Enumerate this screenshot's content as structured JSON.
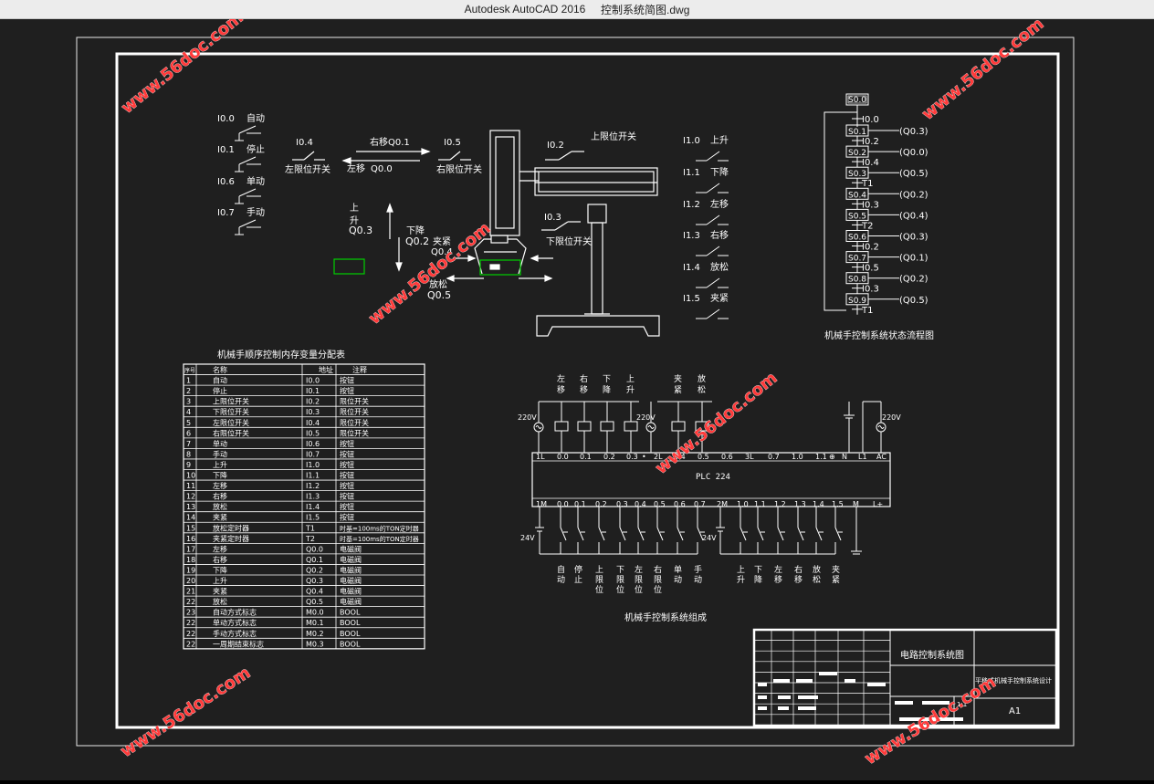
{
  "window": {
    "app_title": "Autodesk AutoCAD 2016",
    "file_name": "控制系统简图.dwg"
  },
  "watermark": "www.56doc.com",
  "inputs_left": [
    {
      "addr": "I0.0",
      "label": "自动"
    },
    {
      "addr": "I0.1",
      "label": "停止"
    },
    {
      "addr": "I0.6",
      "label": "单动"
    },
    {
      "addr": "I0.7",
      "label": "手动"
    }
  ],
  "inputs_right": [
    {
      "addr": "I1.0",
      "label": "上升"
    },
    {
      "addr": "I1.1",
      "label": "下降"
    },
    {
      "addr": "I1.2",
      "label": "左移"
    },
    {
      "addr": "I1.3",
      "label": "右移"
    },
    {
      "addr": "I1.4",
      "label": "放松"
    },
    {
      "addr": "I1.5",
      "label": "夹紧"
    }
  ],
  "mechanism": {
    "i04": "I0.4",
    "left_limit": "左限位开关",
    "move_right": "右移Q0.1",
    "move_left": "左移",
    "q00": "Q0.0",
    "i05": "I0.5",
    "right_limit": "右限位开关",
    "i02": "I0.2",
    "upper_limit": "上限位开关",
    "i03": "I0.3",
    "lower_limit": "下限位开关",
    "up_1": "上",
    "up_2": "升",
    "q03": "Q0.3",
    "down": "下降",
    "q02": "Q0.2",
    "clamp": "夹紧",
    "q04": "Q0.4",
    "release": "放松",
    "q05": "Q0.5"
  },
  "flow": {
    "caption": "机械手控制系统状态流程图",
    "initial": "S0.0",
    "first_transition": "I0.0",
    "steps": [
      {
        "state": "S0.1",
        "output": "Q0.3",
        "transition": "I0.2"
      },
      {
        "state": "S0.2",
        "output": "Q0.0",
        "transition": "I0.4"
      },
      {
        "state": "S0.3",
        "output": "Q0.5",
        "transition": "T1"
      },
      {
        "state": "S0.4",
        "output": "Q0.2",
        "transition": "I0.3"
      },
      {
        "state": "S0.5",
        "output": "Q0.4",
        "transition": "T2"
      },
      {
        "state": "S0.6",
        "output": "Q0.3",
        "transition": "I0.2"
      },
      {
        "state": "S0.7",
        "output": "Q0.1",
        "transition": "I0.5"
      },
      {
        "state": "S0.8",
        "output": "Q0.2",
        "transition": "I0.3"
      },
      {
        "state": "S0.9",
        "output": "Q0.5",
        "transition": "T1"
      }
    ]
  },
  "memory_table": {
    "caption": "机械手顺序控制内存变量分配表",
    "headers": [
      "序号",
      "名称",
      "地址",
      "注释"
    ],
    "rows": [
      [
        "1",
        "自动",
        "I0.0",
        "按钮"
      ],
      [
        "2",
        "停止",
        "I0.1",
        "按钮"
      ],
      [
        "3",
        "上限位开关",
        "I0.2",
        "限位开关"
      ],
      [
        "4",
        "下限位开关",
        "I0.3",
        "限位开关"
      ],
      [
        "5",
        "左限位开关",
        "I0.4",
        "限位开关"
      ],
      [
        "6",
        "右限位开关",
        "I0.5",
        "限位开关"
      ],
      [
        "7",
        "单动",
        "I0.6",
        "按钮"
      ],
      [
        "8",
        "手动",
        "I0.7",
        "按钮"
      ],
      [
        "9",
        "上升",
        "I1.0",
        "按钮"
      ],
      [
        "10",
        "下降",
        "I1.1",
        "按钮"
      ],
      [
        "11",
        "左移",
        "I1.2",
        "按钮"
      ],
      [
        "12",
        "右移",
        "I1.3",
        "按钮"
      ],
      [
        "13",
        "放松",
        "I1.4",
        "按钮"
      ],
      [
        "14",
        "夹紧",
        "I1.5",
        "按钮"
      ],
      [
        "15",
        "放松定时器",
        "T1",
        "时基=100ms的TON定时器"
      ],
      [
        "16",
        "夹紧定时器",
        "T2",
        "时基=100ms的TON定时器"
      ],
      [
        "17",
        "左移",
        "Q0.0",
        "电磁阀"
      ],
      [
        "18",
        "右移",
        "Q0.1",
        "电磁阀"
      ],
      [
        "19",
        "下降",
        "Q0.2",
        "电磁阀"
      ],
      [
        "20",
        "上升",
        "Q0.3",
        "电磁阀"
      ],
      [
        "21",
        "夹紧",
        "Q0.4",
        "电磁阀"
      ],
      [
        "22",
        "放松",
        "Q0.5",
        "电磁阀"
      ],
      [
        "23",
        "自动方式标志",
        "M0.0",
        "BOOL"
      ],
      [
        "22",
        "单动方式标志",
        "M0.1",
        "BOOL"
      ],
      [
        "22",
        "手动方式标志",
        "M0.2",
        "BOOL"
      ],
      [
        "22",
        "一周期结束标志",
        "M0.3",
        "BOOL"
      ]
    ]
  },
  "plc": {
    "model": "PLC   224",
    "caption": "机械手控制系统组成",
    "voltage_ac": "220V",
    "voltage_dc": "24V",
    "output_labels": [
      "左移",
      "右移",
      "下降",
      "上升",
      "夹紧",
      "放松"
    ],
    "top_terminals": [
      "1L",
      "0.0",
      "0.1",
      "0.2",
      "0.3",
      "•",
      "2L",
      "0.4",
      "0.5",
      "0.6",
      "3L",
      "0.7",
      "1.0",
      "1.1",
      "⊕",
      "N",
      "L1",
      "AC"
    ],
    "bottom_terminals": [
      "1M",
      "0.0",
      "0.1",
      "0.2",
      "0.3",
      "0.4",
      "0.5",
      "0.6",
      "0.7",
      "2M",
      "1.0",
      "1.1",
      "1.2",
      "1.3",
      "1.4",
      "1.5",
      "M",
      "L+"
    ],
    "input_labels": [
      "自动",
      "停止",
      "上限位",
      "下限位",
      "左限位",
      "右限位",
      "单动",
      "手动",
      "上升",
      "下降",
      "左移",
      "右移",
      "放松",
      "夹紧"
    ]
  },
  "titleblock": {
    "drawing_name": "电路控制系统图",
    "project": "平移式机械手控制系统设计",
    "scale": "1:1",
    "sheet": "A1"
  }
}
